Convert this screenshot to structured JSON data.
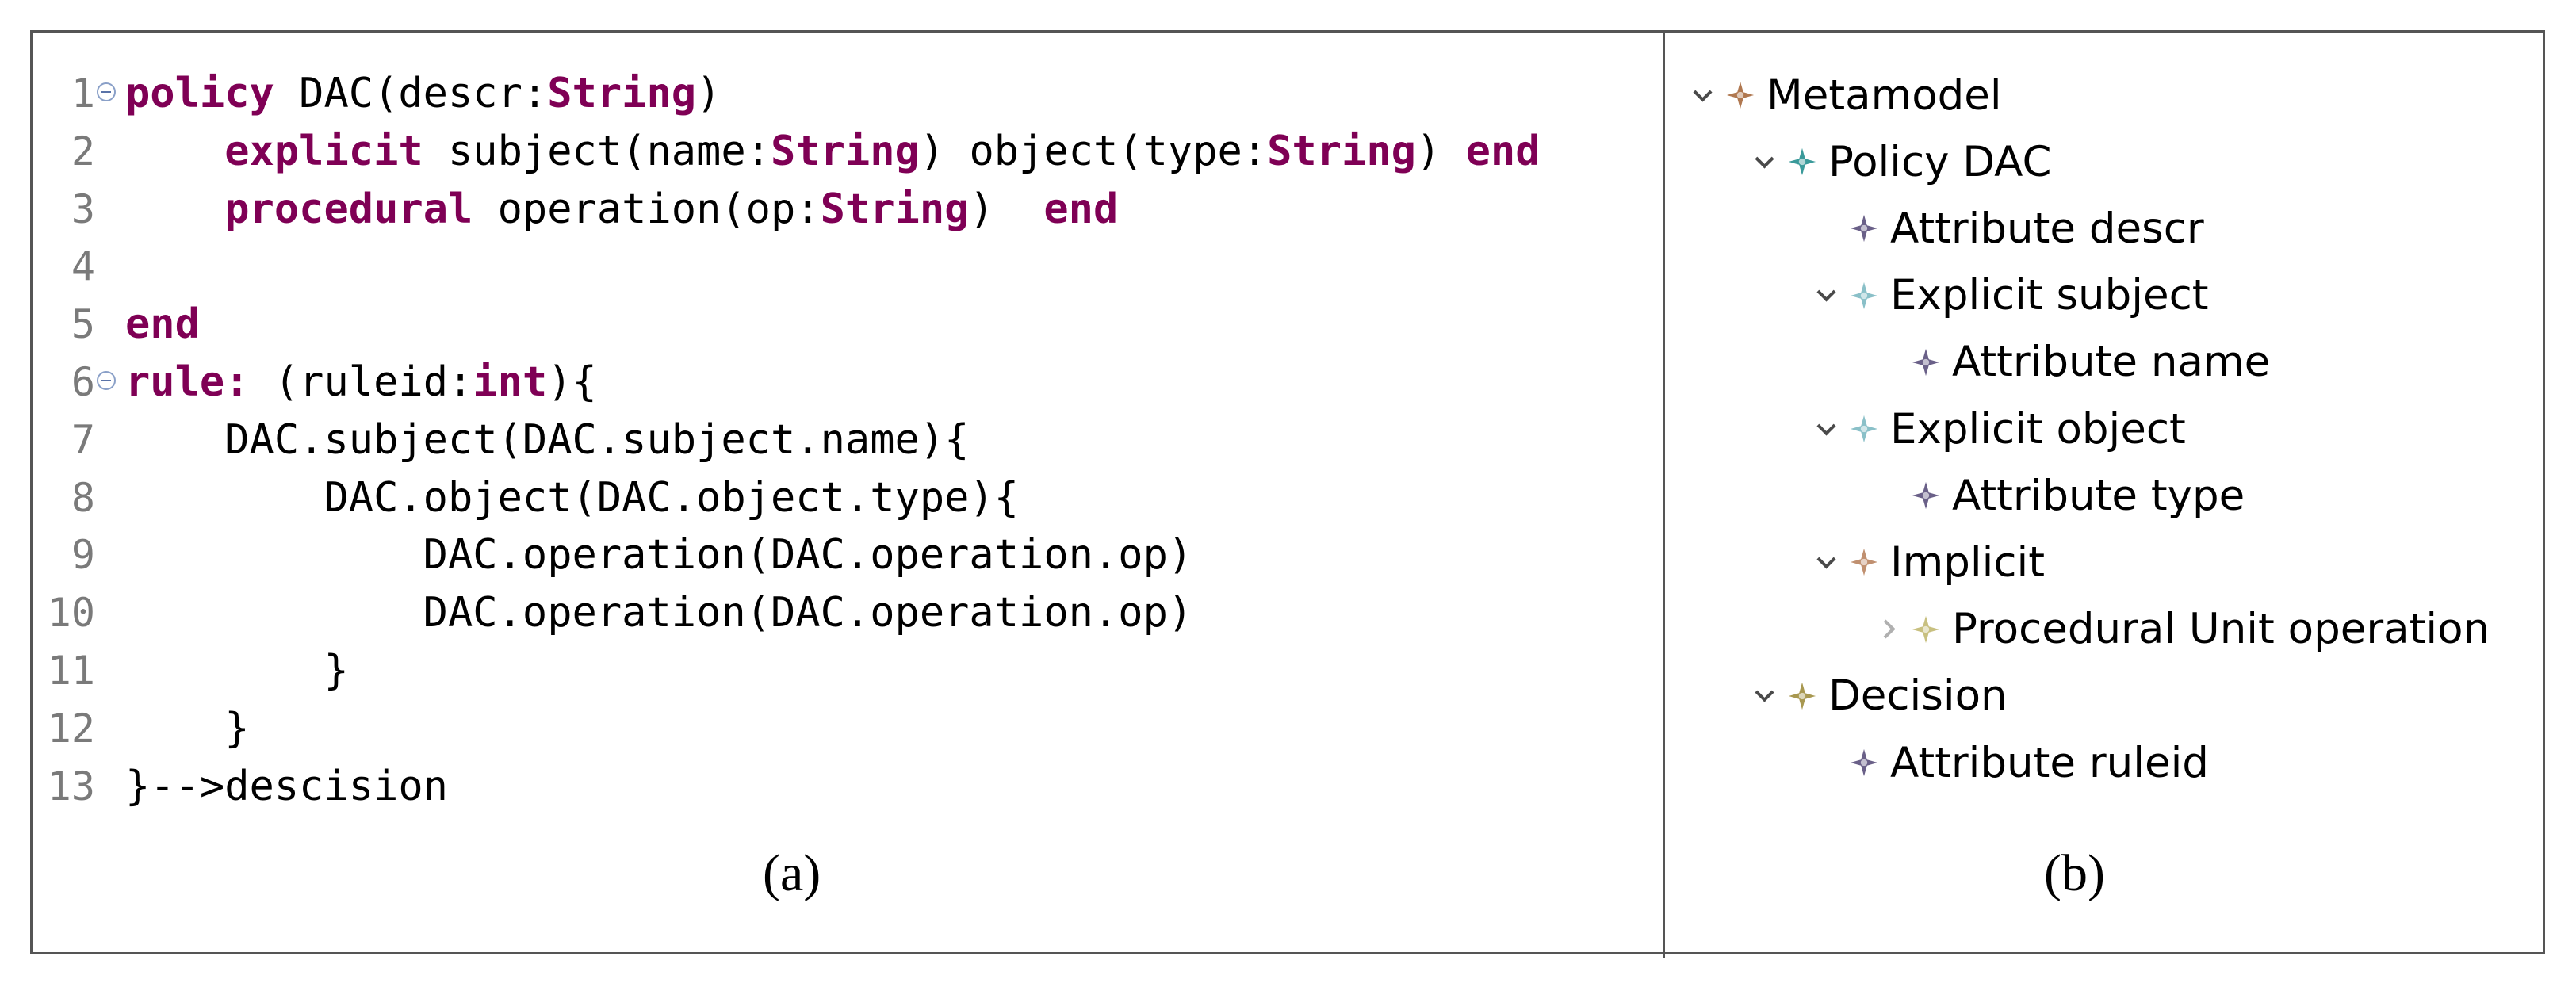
{
  "editor": {
    "lines": [
      {
        "n": "1",
        "fold": true,
        "segs": [
          {
            "k": true,
            "t": "policy"
          },
          {
            "t": " DAC(descr:"
          },
          {
            "k": true,
            "t": "String"
          },
          {
            "t": ")"
          }
        ]
      },
      {
        "n": "2",
        "fold": false,
        "segs": [
          {
            "t": "    "
          },
          {
            "k": true,
            "t": "explicit"
          },
          {
            "t": " subject(name:"
          },
          {
            "k": true,
            "t": "String"
          },
          {
            "t": ") object(type:"
          },
          {
            "k": true,
            "t": "String"
          },
          {
            "t": ") "
          },
          {
            "k": true,
            "t": "end"
          }
        ]
      },
      {
        "n": "3",
        "fold": false,
        "segs": [
          {
            "t": "    "
          },
          {
            "k": true,
            "t": "procedural"
          },
          {
            "t": " operation(op:"
          },
          {
            "k": true,
            "t": "String"
          },
          {
            "t": ")  "
          },
          {
            "k": true,
            "t": "end"
          }
        ]
      },
      {
        "n": "4",
        "fold": false,
        "segs": []
      },
      {
        "n": "5",
        "fold": false,
        "segs": [
          {
            "k": true,
            "t": "end"
          }
        ]
      },
      {
        "n": "6",
        "fold": true,
        "segs": [
          {
            "k": true,
            "t": "rule:"
          },
          {
            "t": " (ruleid:"
          },
          {
            "k": true,
            "t": "int"
          },
          {
            "t": "){"
          }
        ]
      },
      {
        "n": "7",
        "fold": false,
        "segs": [
          {
            "t": "    DAC.subject(DAC.subject.name){"
          }
        ]
      },
      {
        "n": "8",
        "fold": false,
        "segs": [
          {
            "t": "        DAC.object(DAC.object.type){"
          }
        ]
      },
      {
        "n": "9",
        "fold": false,
        "segs": [
          {
            "t": "            DAC.operation(DAC.operation.op)"
          }
        ]
      },
      {
        "n": "10",
        "fold": false,
        "segs": [
          {
            "t": "            DAC.operation(DAC.operation.op)"
          }
        ]
      },
      {
        "n": "11",
        "fold": false,
        "segs": [
          {
            "t": "        }"
          }
        ]
      },
      {
        "n": "12",
        "fold": false,
        "segs": [
          {
            "t": "    }"
          }
        ]
      },
      {
        "n": "13",
        "fold": false,
        "segs": [
          {
            "t": "}-->descision"
          }
        ]
      }
    ]
  },
  "tree": {
    "nodes": [
      {
        "label": "Metamodel",
        "depth": 0,
        "state": "expanded",
        "icon": "diamond-icon",
        "color": "#b07850"
      },
      {
        "label": "Policy DAC",
        "depth": 1,
        "state": "expanded",
        "icon": "diamond-icon",
        "color": "#3a9a9a"
      },
      {
        "label": "Attribute descr",
        "depth": 2,
        "state": "leaf",
        "icon": "diamond-icon",
        "color": "#6a6088"
      },
      {
        "label": "Explicit subject",
        "depth": 2,
        "state": "expanded",
        "icon": "diamond-icon",
        "color": "#8ac0c8"
      },
      {
        "label": "Attribute name",
        "depth": 3,
        "state": "leaf",
        "icon": "diamond-icon",
        "color": "#6a6088"
      },
      {
        "label": "Explicit object",
        "depth": 2,
        "state": "expanded",
        "icon": "diamond-icon",
        "color": "#8ac0c8"
      },
      {
        "label": "Attribute type",
        "depth": 3,
        "state": "leaf",
        "icon": "diamond-icon",
        "color": "#6a6088"
      },
      {
        "label": "Implicit",
        "depth": 2,
        "state": "expanded",
        "icon": "diamond-icon",
        "color": "#c09070"
      },
      {
        "label": "Procedural Unit operation",
        "depth": 3,
        "state": "collapsed",
        "icon": "diamond-icon",
        "color": "#c8c080"
      },
      {
        "label": "Decision",
        "depth": 1,
        "state": "expanded",
        "icon": "diamond-icon",
        "color": "#a89850"
      },
      {
        "label": "Attribute ruleid",
        "depth": 2,
        "state": "leaf",
        "icon": "diamond-icon",
        "color": "#6a6088"
      }
    ]
  },
  "captions": {
    "a": "(a)",
    "b": "(b)"
  }
}
